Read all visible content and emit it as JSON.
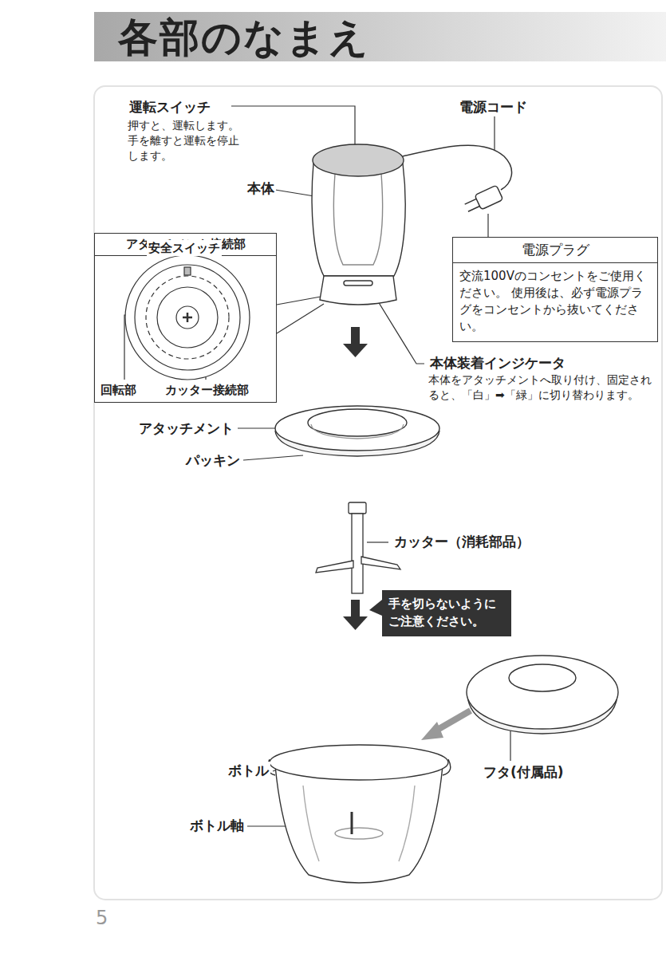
{
  "diagram": {
    "title": "各部のなまえ",
    "nodes": [
      {
        "text": [
          "アタッチメント接続部"
        ]
      },
      {
        "text": [
          "電源プラグ",
          "交流100Vのコンセントをご使用ください。 使用後は、必ず電源プラグをコンセントから抜いてください。"
        ]
      },
      {
        "text": [
          "手を切らないように ご注意ください。"
        ]
      }
    ],
    "labels": [
      "運転スイッチ",
      "押すと、運転します。 手を離すと運転を停止します。",
      "電源コード",
      "本体",
      "安全スイッチ",
      "回転部",
      "カッター接続部",
      "本体装着インジケータ",
      "本体をアタッチメントへ取り付け、固定されると、「白」➡「緑」に切り替わります。",
      "アタッチメント",
      "パッキン",
      "カッター（消耗部品）",
      "フタ(付属品)",
      "ボトル",
      "ボトル軸",
      "5"
    ]
  }
}
